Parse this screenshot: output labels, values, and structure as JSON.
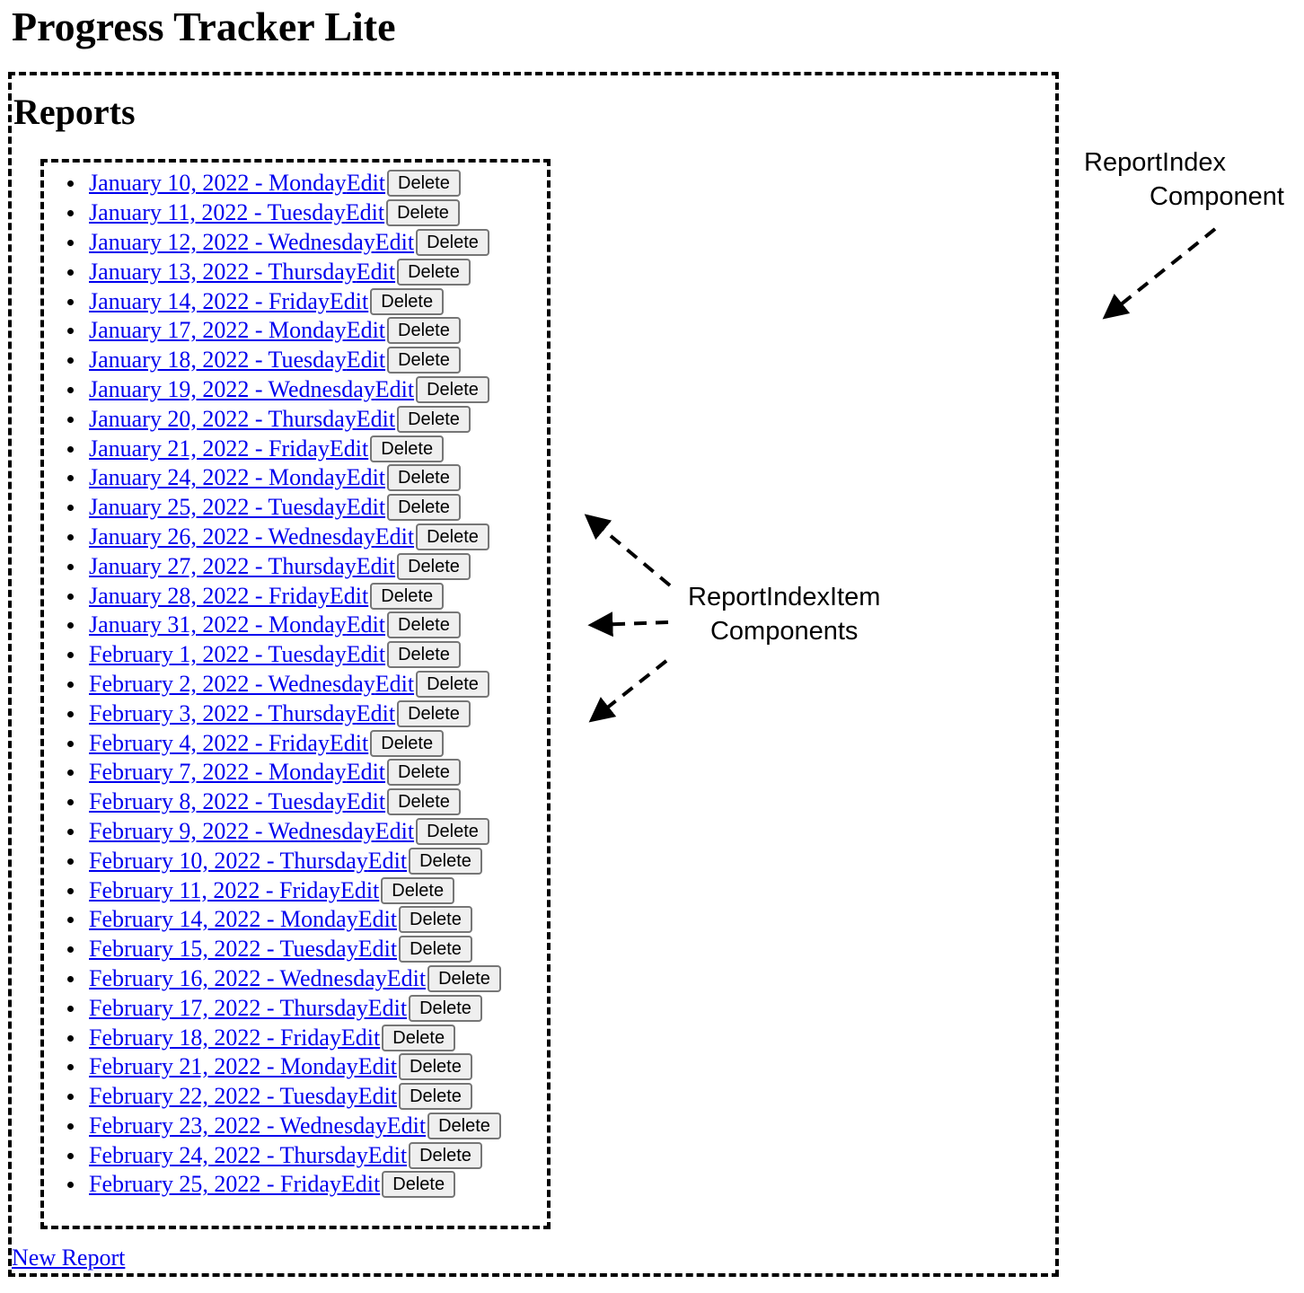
{
  "app": {
    "title": "Progress Tracker Lite"
  },
  "reports": {
    "heading": "Reports",
    "delete_label": "Delete",
    "items": [
      {
        "date": "January 10, 2022 - Monday",
        "edit": "Edit"
      },
      {
        "date": "January 11, 2022 - Tuesday",
        "edit": "Edit"
      },
      {
        "date": "January 12, 2022 - Wednesday",
        "edit": "Edit"
      },
      {
        "date": "January 13, 2022 - Thursday",
        "edit": "Edit"
      },
      {
        "date": "January 14, 2022 - Friday",
        "edit": "Edit"
      },
      {
        "date": "January 17, 2022 - Monday",
        "edit": "Edit"
      },
      {
        "date": "January 18, 2022 - Tuesday",
        "edit": "Edit"
      },
      {
        "date": "January 19, 2022 - Wednesday",
        "edit": "Edit"
      },
      {
        "date": "January 20, 2022 - Thursday",
        "edit": "Edit"
      },
      {
        "date": "January 21, 2022 - Friday",
        "edit": "Edit"
      },
      {
        "date": "January 24, 2022 - Monday",
        "edit": "Edit"
      },
      {
        "date": "January 25, 2022 - Tuesday",
        "edit": "Edit"
      },
      {
        "date": "January 26, 2022 - Wednesday",
        "edit": "Edit"
      },
      {
        "date": "January 27, 2022 - Thursday",
        "edit": "Edit"
      },
      {
        "date": "January 28, 2022 - Friday",
        "edit": "Edit"
      },
      {
        "date": "January 31, 2022 - Monday",
        "edit": "Edit"
      },
      {
        "date": "February 1, 2022 - Tuesday",
        "edit": "Edit"
      },
      {
        "date": "February 2, 2022 - Wednesday",
        "edit": "Edit"
      },
      {
        "date": "February 3, 2022 - Thursday",
        "edit": "Edit"
      },
      {
        "date": "February 4, 2022 - Friday",
        "edit": "Edit"
      },
      {
        "date": "February 7, 2022 - Monday",
        "edit": "Edit"
      },
      {
        "date": "February 8, 2022 - Tuesday",
        "edit": "Edit"
      },
      {
        "date": "February 9, 2022 - Wednesday",
        "edit": "Edit"
      },
      {
        "date": "February 10, 2022 - Thursday",
        "edit": "Edit"
      },
      {
        "date": "February 11, 2022 - Friday",
        "edit": "Edit"
      },
      {
        "date": "February 14, 2022 - Monday",
        "edit": "Edit"
      },
      {
        "date": "February 15, 2022 - Tuesday",
        "edit": "Edit"
      },
      {
        "date": "February 16, 2022 - Wednesday",
        "edit": "Edit"
      },
      {
        "date": "February 17, 2022 - Thursday",
        "edit": "Edit"
      },
      {
        "date": "February 18, 2022 - Friday",
        "edit": "Edit"
      },
      {
        "date": "February 21, 2022 - Monday",
        "edit": "Edit"
      },
      {
        "date": "February 22, 2022 - Tuesday",
        "edit": "Edit"
      },
      {
        "date": "February 23, 2022 - Wednesday",
        "edit": "Edit"
      },
      {
        "date": "February 24, 2022 - Thursday",
        "edit": "Edit"
      },
      {
        "date": "February 25, 2022 - Friday",
        "edit": "Edit"
      }
    ]
  },
  "new_report_label": "New Report",
  "annotations": {
    "report_index": [
      "ReportIndex",
      "Component"
    ],
    "report_index_item": [
      "ReportIndexItem",
      "Components"
    ]
  },
  "icons": {
    "bullet": "disc-bullet-icon",
    "arrow": "dashed-arrow-icon"
  }
}
